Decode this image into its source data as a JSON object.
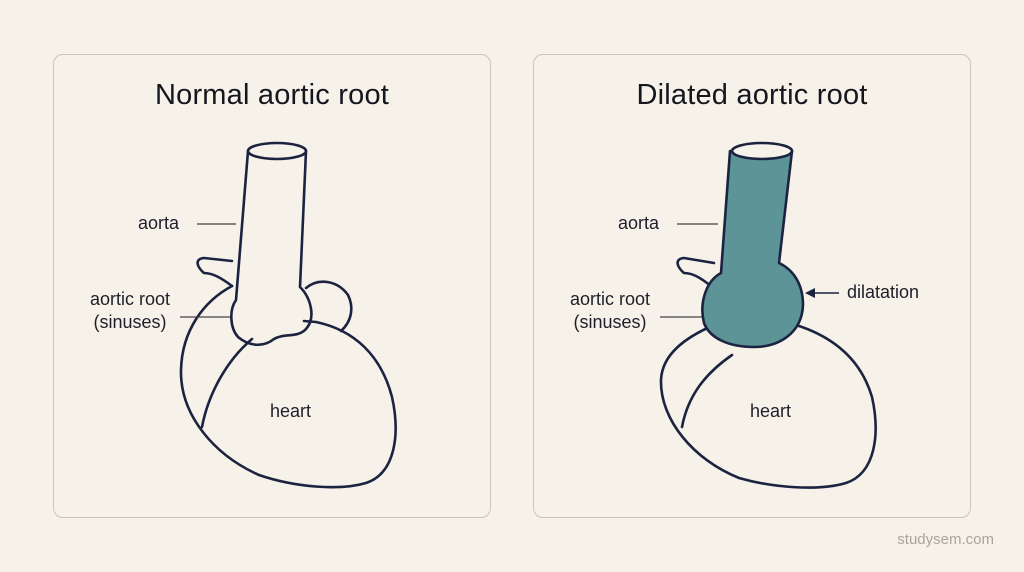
{
  "panels": [
    {
      "title": "Normal aortic root",
      "labels": {
        "aorta": "aorta",
        "root_line1": "aortic root",
        "root_line2": "(sinuses)",
        "heart": "heart"
      }
    },
    {
      "title": "Dilated aortic root",
      "labels": {
        "aorta": "aorta",
        "root_line1": "aortic root",
        "root_line2": "(sinuses)",
        "heart": "heart",
        "dilatation": "dilatation"
      }
    }
  ],
  "colors": {
    "background": "#f6f1e9",
    "outline": "#1c2340",
    "dilated_fill": "#5c9497",
    "panel_border": "#c9c3b8"
  },
  "watermark": "studysem.com"
}
